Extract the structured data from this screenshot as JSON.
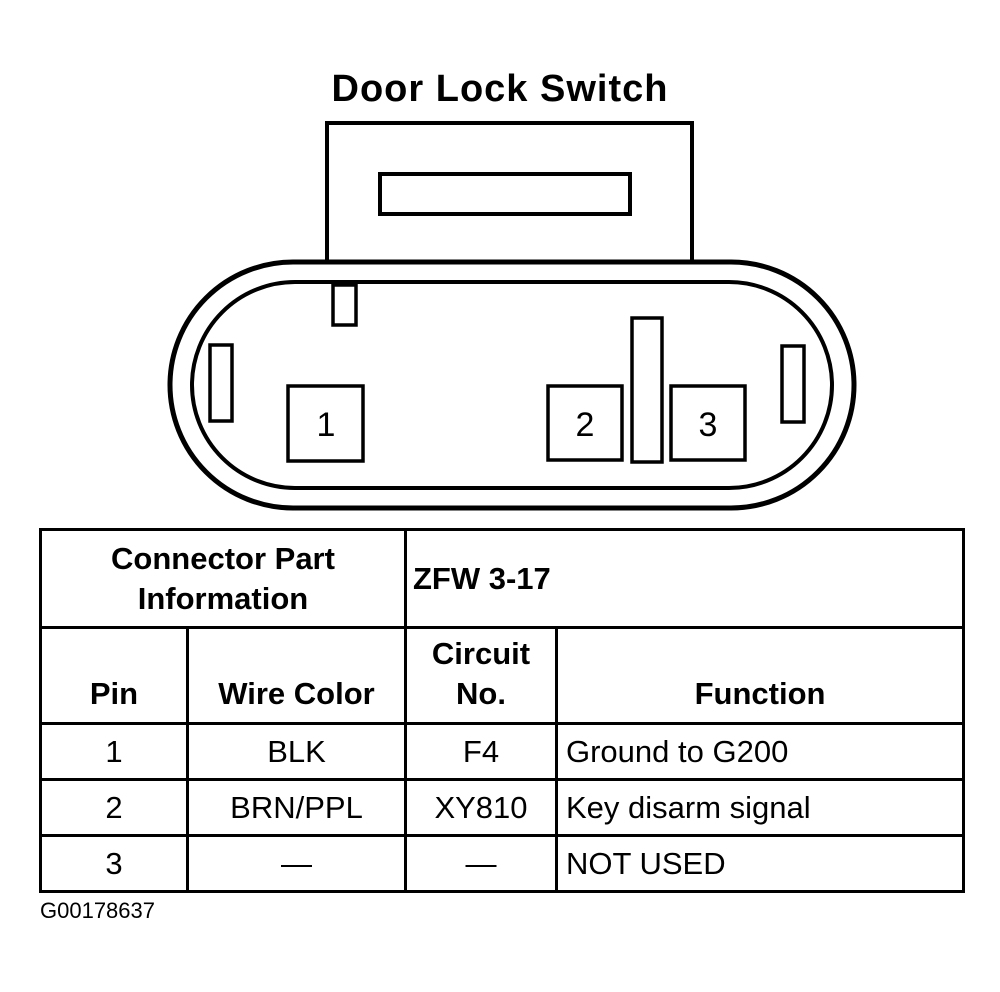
{
  "title": "Door Lock Switch",
  "connector": {
    "pins": [
      {
        "label": "1"
      },
      {
        "label": "2"
      },
      {
        "label": "3"
      }
    ]
  },
  "table": {
    "part_info_label": "Connector Part Information",
    "part_info_value": "ZFW 3-17",
    "headers": {
      "pin": "Pin",
      "wire_color": "Wire Color",
      "circuit_no": "Circuit No.",
      "function": "Function"
    },
    "rows": [
      {
        "pin": "1",
        "wire_color": "BLK",
        "circuit_no": "F4",
        "function": "Ground to G200"
      },
      {
        "pin": "2",
        "wire_color": "BRN/PPL",
        "circuit_no": "XY810",
        "function": "Key disarm signal"
      },
      {
        "pin": "3",
        "wire_color": "—",
        "circuit_no": "—",
        "function": "NOT USED"
      }
    ]
  },
  "figure_id": "G00178637"
}
